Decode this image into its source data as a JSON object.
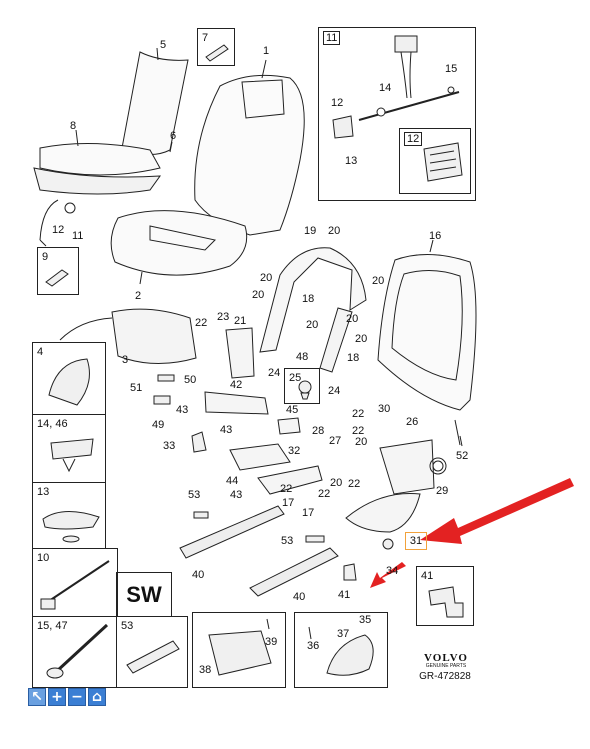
{
  "part_labels": {
    "p1": "1",
    "p2": "2",
    "p3": "3",
    "p5": "5",
    "p6": "6",
    "p7": "7",
    "p8": "8",
    "p11": "11",
    "p12": "12",
    "p16": "16",
    "p17a": "17",
    "p17b": "17",
    "p18a": "18",
    "p18b": "18",
    "p19": "19",
    "p20a": "20",
    "p20b": "20",
    "p20c": "20",
    "p20d": "20",
    "p20e": "20",
    "p20f": "20",
    "p20g": "20",
    "p20h": "20",
    "p21": "21",
    "p22a": "22",
    "p22b": "22",
    "p22c": "22",
    "p22d": "22",
    "p23": "23",
    "p24a": "24",
    "p24b": "24",
    "p26": "26",
    "p27": "27",
    "p28": "28",
    "p29": "29",
    "p30": "30",
    "p32": "32",
    "p33": "33",
    "p34": "34",
    "p40a": "40",
    "p40b": "40",
    "p41": "41",
    "p42": "42",
    "p43a": "43",
    "p43b": "43",
    "p43c": "43",
    "p44": "44",
    "p45": "45",
    "p48": "48",
    "p49": "49",
    "p50": "50",
    "p51": "51",
    "p52": "52",
    "p53a": "53",
    "p53b": "53"
  },
  "inset_boxes": {
    "box7": "7",
    "box9": "9",
    "box11": "11",
    "box11_l12": "12",
    "box11_l13": "13",
    "box11_l14": "14",
    "box11_l15": "15",
    "box11_sub12": "12",
    "box25": "25",
    "box4": "4",
    "box14_46": "14, 46",
    "box13": "13",
    "box10": "10",
    "box15_47": "15, 47",
    "box53": "53",
    "box38": "38",
    "box38_l39": "39",
    "box35": "35",
    "box35_l36": "36",
    "box35_l37": "37",
    "box41": "41"
  },
  "side_labels": {
    "l12": "12",
    "l11": "11"
  },
  "sw_label": "SW",
  "highlight_part": "31",
  "brand": {
    "name": "VOLVO",
    "sub": "GENUINE PARTS",
    "code": "GR-472828"
  },
  "toolbar": {
    "pointer": "↖",
    "zoom_in": "+",
    "zoom_out": "−",
    "home": "⌂"
  },
  "colors": {
    "arrow": "#e32222",
    "highlight_border": "#f2a23b",
    "toolbar": "#3b7fd4"
  }
}
